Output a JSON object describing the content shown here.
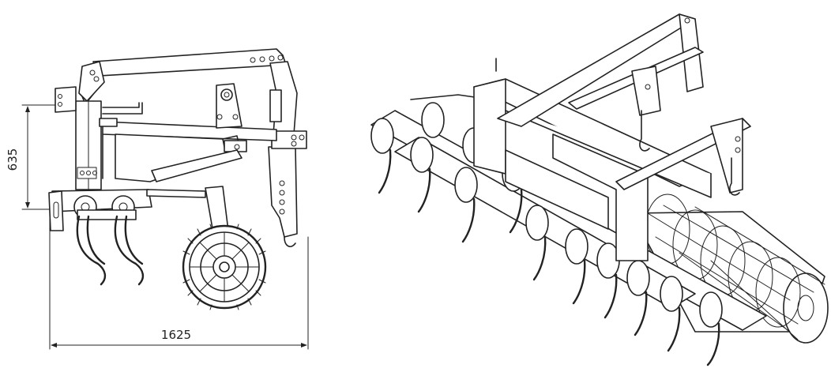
{
  "dimensions": {
    "height_label": "635",
    "width_label": "1625"
  },
  "colors": {
    "line": "#222222",
    "background": "#ffffff"
  },
  "views": [
    {
      "name": "side-view"
    },
    {
      "name": "isometric-view"
    }
  ]
}
